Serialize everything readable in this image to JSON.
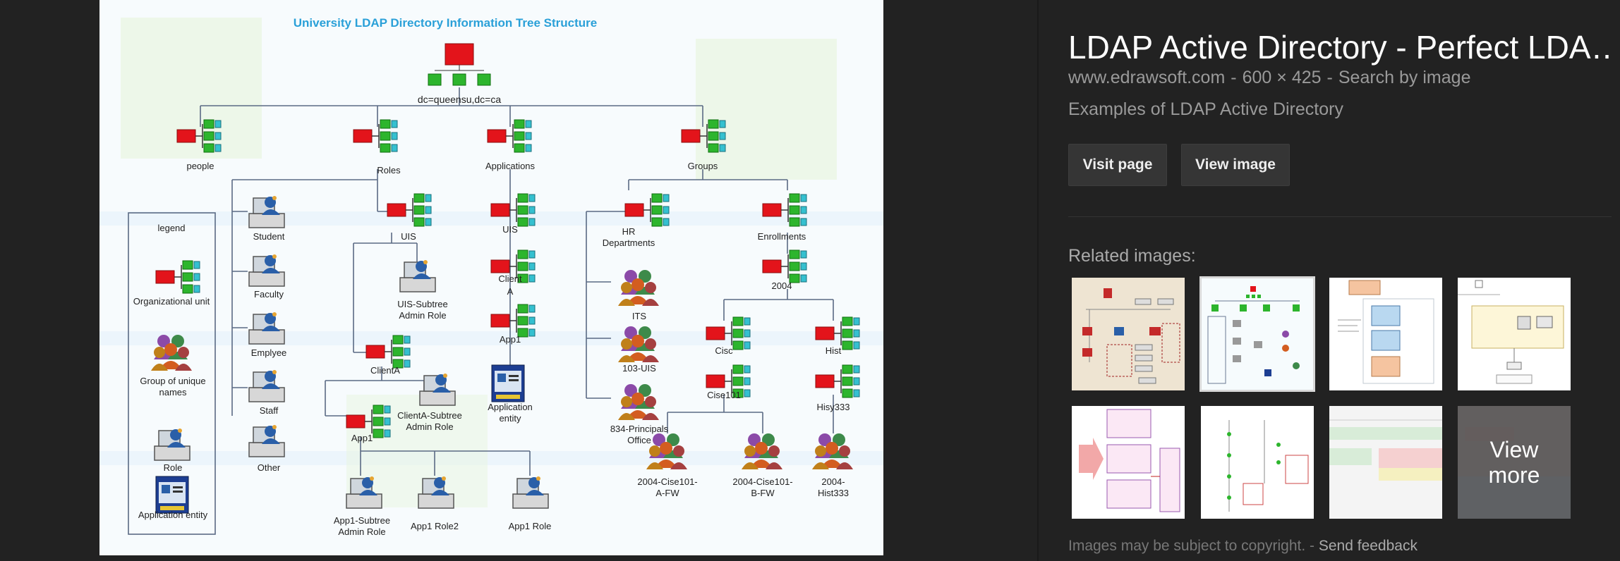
{
  "diagram": {
    "title": "University LDAP Directory Information Tree Structure",
    "root_label": "dc=queensu,dc=ca",
    "nodes": {
      "people": "people",
      "roles": "Roles",
      "applications": "Applications",
      "groups": "Groups",
      "student": "Student",
      "faculty": "Faculty",
      "emplyee": "Emplyee",
      "staff": "Staff",
      "other": "Other",
      "uis_roles": "UIS",
      "uis_subtree_1": "UIS-Subtree",
      "uis_subtree_2": "Admin Role",
      "clienta_roles": "ClientA",
      "clienta_subtree_1": "ClientA-Subtree",
      "clienta_subtree_2": "Admin Role",
      "app1_roles": "App1",
      "app1_subtree_1": "App1-Subtree",
      "app1_subtree_2": "Admin Role",
      "app1_role2": "App1 Role2",
      "app1_role": "App1 Role",
      "uis_apps": "UIS",
      "client_apps_1": "Client",
      "client_apps_2": "A",
      "app1_apps": "App1",
      "application_entity_1": "Application",
      "application_entity_2": "entity",
      "hr_1": "HR",
      "hr_2": "Departments",
      "its": "ITS",
      "uis_103": "103-UIS",
      "principals_1": "834-Principals",
      "principals_2": "Office",
      "enrollments": "Enrollments",
      "y2004": "2004",
      "cisc": "Cisc",
      "cise101": "Cise101",
      "hist": "Hist",
      "hisy333": "Hisy333",
      "a_fw_1": "2004-Cise101-",
      "a_fw_2": "A-FW",
      "b_fw_1": "2004-Cise101-",
      "b_fw_2": "B-FW",
      "hist333_1": "2004-",
      "hist333_2": "Hist333"
    },
    "legend": {
      "title": "legend",
      "org_unit": "Organizational unit",
      "group_1": "Group of unique",
      "group_2": "names",
      "role": "Role",
      "app_entity": "Application entity"
    },
    "colors": {
      "red": "#e3141b",
      "green": "#2db52d",
      "title": "#2aa0d8",
      "line": "#5a6a84"
    }
  },
  "panel": {
    "title": "LDAP Active Directory - Perfect LDA…",
    "source": "www.edrawsoft.com",
    "dimensions": "600 × 425",
    "search_by_image": "Search by image",
    "description": "Examples of LDAP Active Directory",
    "visit_page": "Visit page",
    "view_image": "View image",
    "related_label": "Related images:",
    "view_more": "View more",
    "copyright": "Images may be subject to copyright.",
    "footer_sep": "-",
    "send_feedback": "Send feedback"
  }
}
